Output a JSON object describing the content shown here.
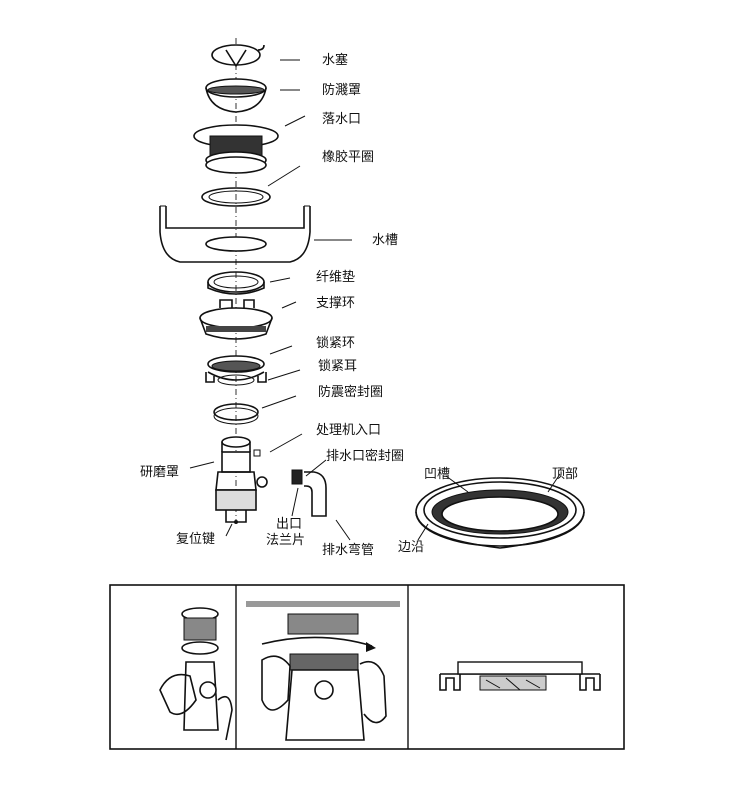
{
  "labels": {
    "water_plug": "水塞",
    "splash_guard": "防濺罩",
    "drain_outlet": "落水口",
    "rubber_gasket": "橡胶平圈",
    "sink": "水槽",
    "fiber_gasket": "纤维垫",
    "support_ring": "支撑环",
    "lock_ring": "锁紧环",
    "lock_ear": "锁紧耳",
    "anti_shock_seal": "防震密封圈",
    "disposer_inlet": "处理机入口",
    "drain_seal": "排水口密封圈",
    "grinder_cover": "研磨罩",
    "reset_key": "复位键",
    "outlet": "出口",
    "flange": "法兰片",
    "drain_elbow": "排水弯管",
    "groove": "凹槽",
    "top": "顶部",
    "edge": "边沿"
  }
}
